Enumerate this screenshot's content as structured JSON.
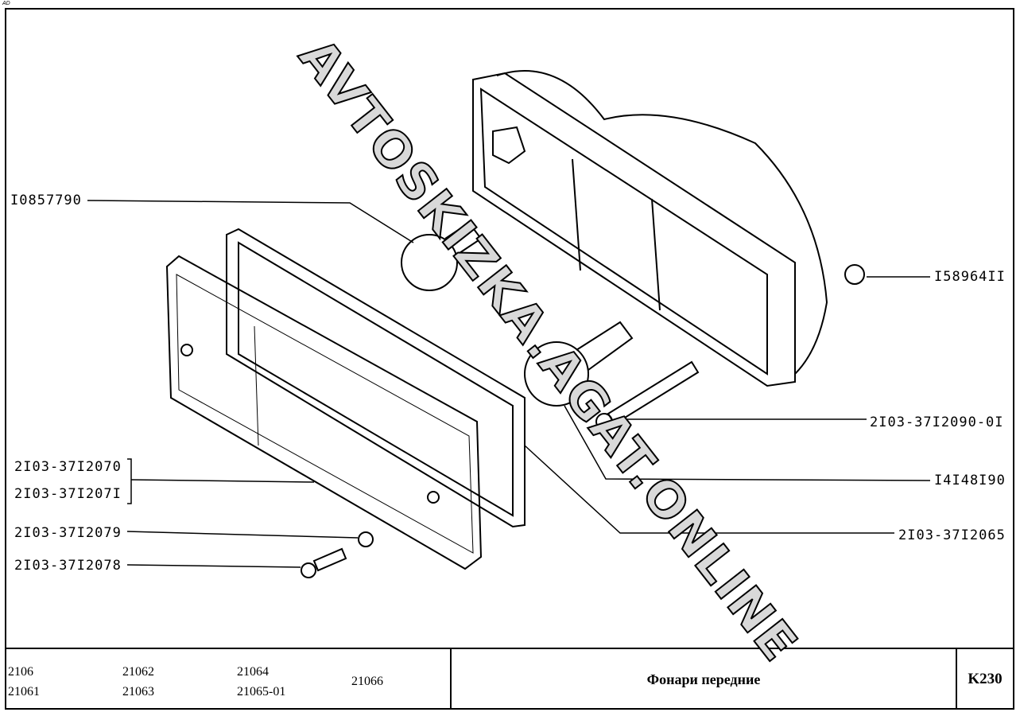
{
  "corner_mark": "AD",
  "callouts": {
    "bulb_small": "I0857790",
    "nut": "I58964II",
    "screw_long": "2I03-37I2090-0I",
    "bulb_large": "I4I48I90",
    "gasket": "2I03-37I2065",
    "lens_left": "2I03-37I2070",
    "lens_right": "2I03-37I207I",
    "washer": "2I03-37I2079",
    "screw_short": "2I03-37I2078"
  },
  "title_block": {
    "models": [
      "2106",
      "21061",
      "21062",
      "21063",
      "21064",
      "21065-01",
      "21066"
    ],
    "title": "Фонари передние",
    "code": "K230"
  },
  "watermark": "AVTOSKIZKA.AGAT.ONLINE"
}
